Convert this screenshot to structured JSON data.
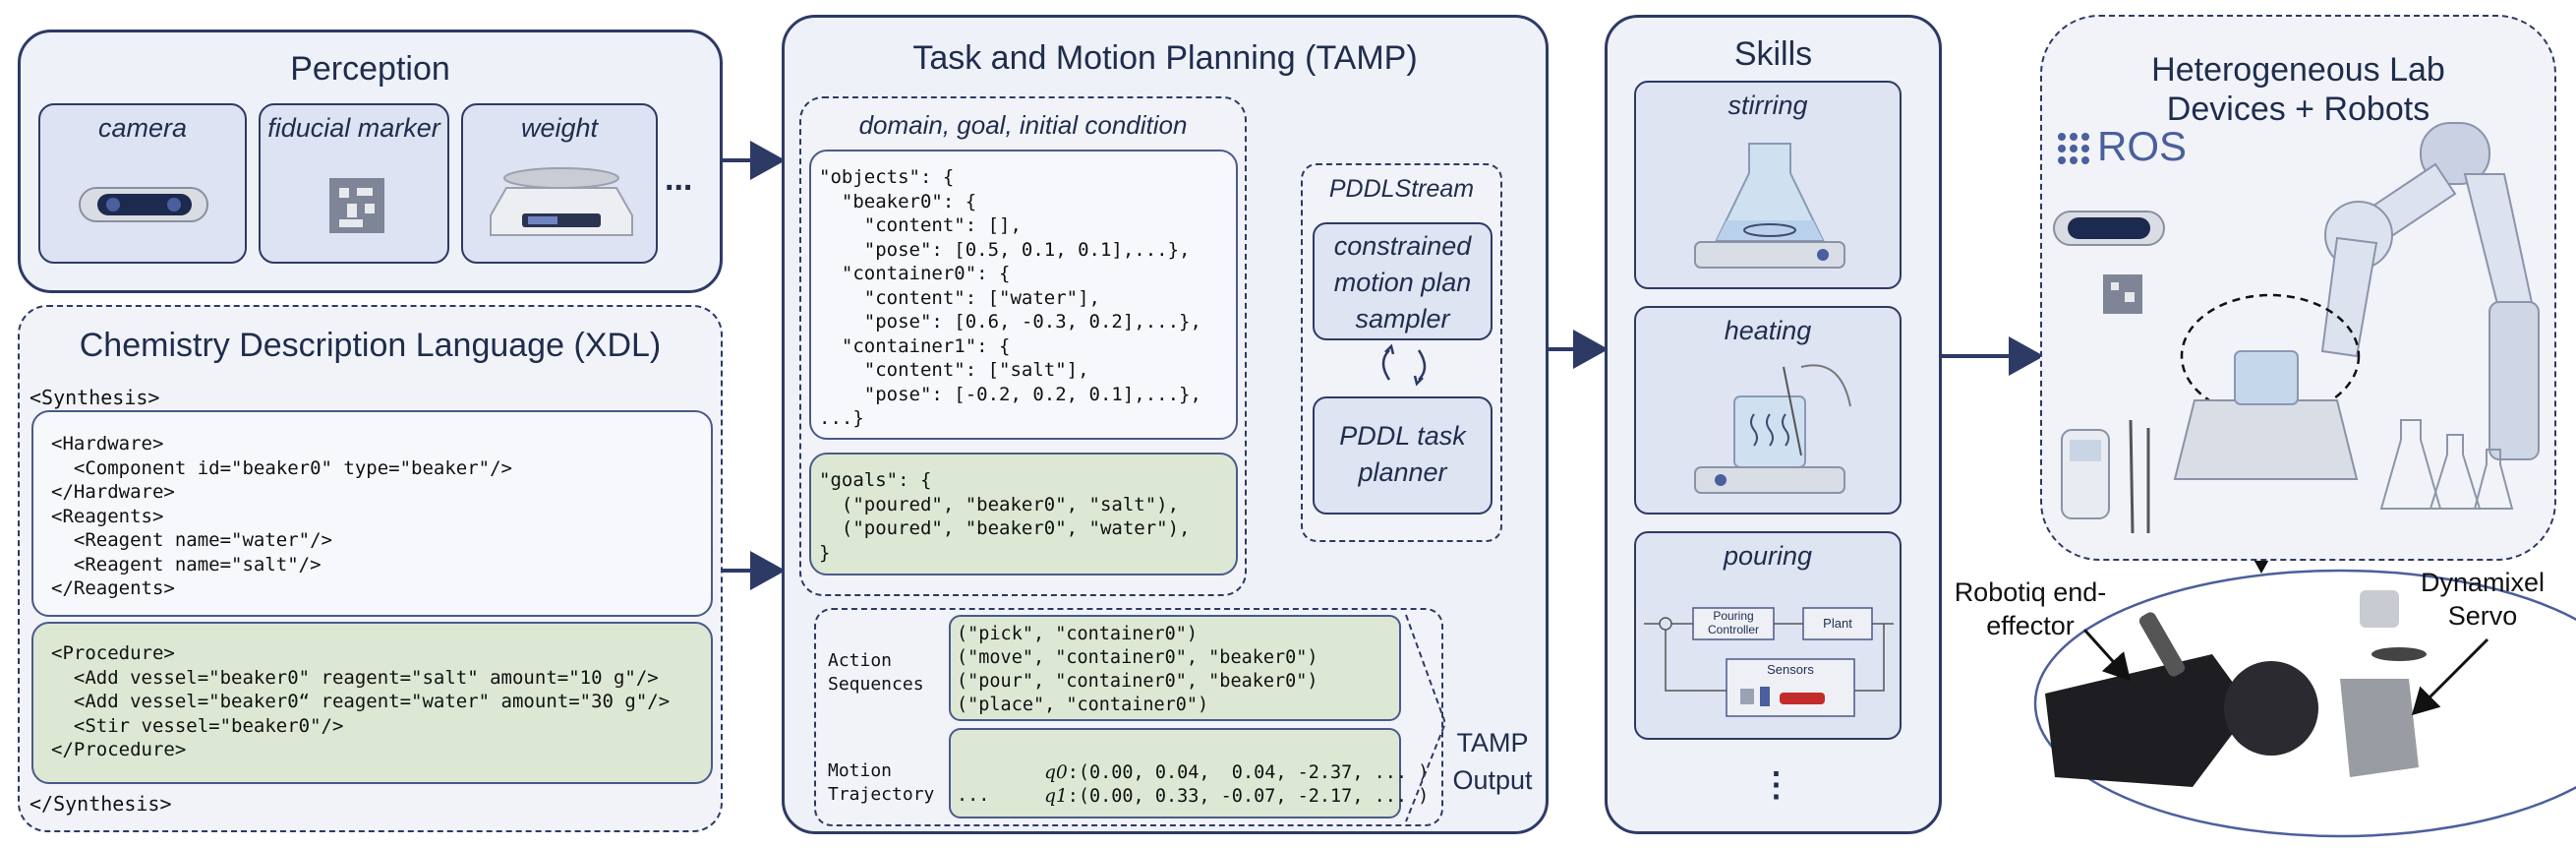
{
  "perception": {
    "title": "Perception",
    "items": [
      {
        "label": "camera",
        "icon": "camera-icon"
      },
      {
        "label": "fiducial marker",
        "icon": "fiducial-marker-icon"
      },
      {
        "label": "weight",
        "icon": "scale-icon"
      }
    ],
    "more": "..."
  },
  "xdl": {
    "title": "Chemistry Description Language (XDL)",
    "open_tag": "<Synthesis>",
    "hardware_block": "<Hardware>\n  <Component id=\"beaker0\" type=\"beaker\"/>\n</Hardware>\n<Reagents>\n  <Reagent name=\"water\"/>\n  <Reagent name=\"salt\"/>\n</Reagents>",
    "procedure_block": "<Procedure>\n  <Add vessel=\"beaker0\" reagent=\"salt\" amount=\"10 g\"/>\n  <Add vessel=\"beaker0“ reagent=\"water\" amount=\"30 g\"/>\n  <Stir vessel=\"beaker0\"/>\n</Procedure>",
    "close_tag": "</Synthesis>"
  },
  "tamp": {
    "title": "Task and Motion Planning (TAMP)",
    "input_title": "domain, goal, initial condition",
    "objects_block": "\"objects\": {\n  \"beaker0\": {\n    \"content\": [],\n    \"pose\": [0.5, 0.1, 0.1],...},\n  \"container0\": {\n    \"content\": [\"water\"],\n    \"pose\": [0.6, -0.3, 0.2],...},\n  \"container1\": {\n    \"content\": [\"salt\"],\n    \"pose\": [-0.2, 0.2, 0.1],...},\n...}",
    "goals_block": "\"goals\": {\n  (\"poured\", \"beaker0\", \"salt\"),\n  (\"poured\", \"beaker0\", \"water\"),\n}",
    "pddlstream_title": "PDDLStream",
    "sampler_label": "constrained motion plan sampler",
    "planner_label": "PDDL task planner",
    "action_label": "Action Sequences",
    "action_block": "(\"pick\", \"container0\")\n(\"move\", \"container0\", \"beaker0\")\n(\"pour\", \"container0\", \"beaker0\")\n(\"place\", \"container0\")",
    "motion_label": "Motion Trajectory",
    "q0_symbol": "q0",
    "q0_values": ":(0.00, 0.04,  0.04, -2.37, ... )",
    "q1_symbol": "q1",
    "q1_values": ":(0.00, 0.33, -0.07, -2.17, ... )",
    "traj_more": "...",
    "output_label": "TAMP Output"
  },
  "skills": {
    "title": "Skills",
    "items": [
      "stirring",
      "heating",
      "pouring"
    ],
    "pouring_diagram": {
      "controller": "Pouring Controller",
      "plant": "Plant",
      "sensors": "Sensors"
    },
    "more": "⋮"
  },
  "devices": {
    "title": "Heterogeneous Lab Devices + Robots",
    "ros_logo": "ROS",
    "robotiq_label": "Robotiq end-effector",
    "dynamixel_label": "Dynamixel Servo"
  },
  "colors": {
    "navy": "#2d3a66",
    "panel_fill": "#eef1f8",
    "green_fill": "#dde8d4",
    "arrow_green": "#4f7a2c"
  }
}
